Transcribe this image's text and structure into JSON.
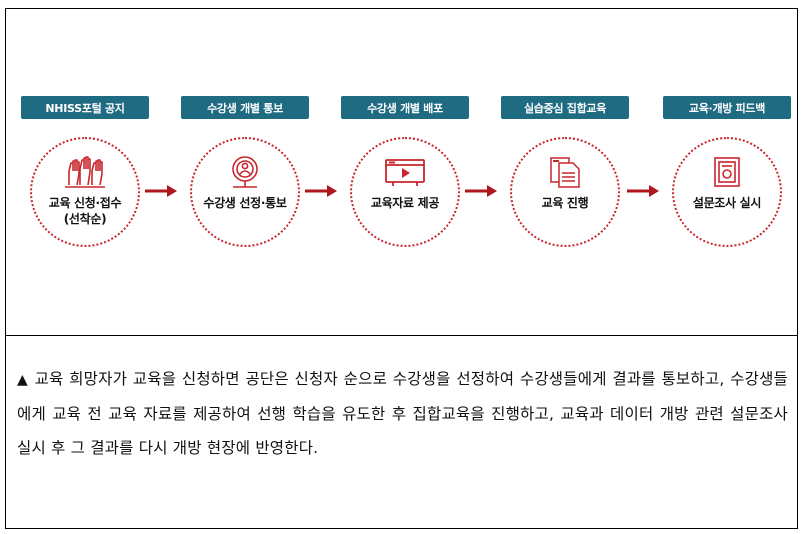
{
  "steps": [
    {
      "tag": "NHISS포털 공지",
      "label": "교육 신청·접수\n(선착순)",
      "icon": "raised-hands-icon"
    },
    {
      "tag": "수강생 개별 통보",
      "label": "수강생 선정·통보",
      "icon": "person-badge-icon"
    },
    {
      "tag": "수강생 개별 배포",
      "label": "교육자료 제공",
      "icon": "video-screen-icon"
    },
    {
      "tag": "실습중심 집합교육",
      "label": "교육 진행",
      "icon": "documents-icon"
    },
    {
      "tag": "교육·개방 피드백",
      "label": "설문조사 실시",
      "icon": "survey-box-icon"
    }
  ],
  "caption": {
    "marker": "▲",
    "text": "교육 희망자가 교육을 신청하면 공단은 신청자 순으로 수강생을 선정하여 수강생들에게 결과를 통보하고, 수강생들에게 교육 전 교육 자료를 제공하여 선행 학습을 유도한 후 집합교육을 진행하고, 교육과 데이터 개방 관련 설문조사 실시 후 그 결과를 다시 개방 현장에 반영한다."
  },
  "colors": {
    "tag_bg": "#1f6b82",
    "accent": "#c8262d"
  }
}
